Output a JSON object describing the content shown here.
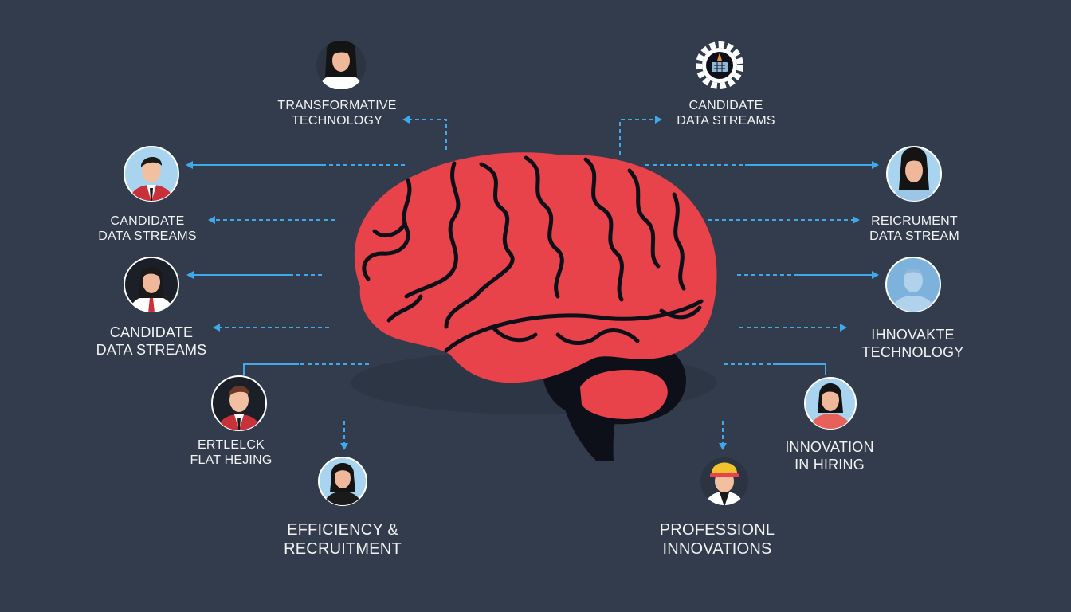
{
  "colors": {
    "background": "#323c4c",
    "brain": "#e8424b",
    "brain_lines": "#0d1018",
    "arrow": "#3fa9ec",
    "text": "#f2f2f2"
  },
  "labels": {
    "top_left": [
      "TRANSFORMATIVE",
      "TECHNOLOGY"
    ],
    "top_right": [
      "CANDIDATE",
      "DATA STREAMS"
    ],
    "left_1": [
      "CANDIDATE",
      "DATA STREAMS"
    ],
    "left_2": [
      "CANDIDATE",
      "DATA STREAMS"
    ],
    "left_3": [
      "ERTLELCK",
      "FLAT HEJING"
    ],
    "bottom_left": [
      "EFFICIENCY &",
      "RECRUITMENT"
    ],
    "right_1": [
      "REICRUMENT",
      "DATA STREAM"
    ],
    "right_2": [
      "IHNOVAKTE",
      "TECHNOLOGY"
    ],
    "right_3": [
      "INNOVATION",
      "IN HIRING"
    ],
    "bottom_right": [
      "PROFESSIONL",
      "INNOVATIONS"
    ]
  },
  "avatars": [
    {
      "name": "woman-black-hair-avatar",
      "skin": "#f0b89a",
      "hair": "#141414",
      "shirt": "#ffffff",
      "bg": "#2c3442"
    },
    {
      "name": "gear-computer-icon"
    },
    {
      "name": "man-red-suit-avatar",
      "skin": "#f2c0a0",
      "hair": "#1a1a1a",
      "shirt": "#c8303a",
      "bg": "#a9d4f0"
    },
    {
      "name": "woman-blue-shirt-avatar",
      "skin": "#f0b89a",
      "hair": "#141414",
      "shirt": "#9cc6e6",
      "bg": "#a9d4f0"
    },
    {
      "name": "woman-red-tie-avatar",
      "skin": "#f0b89a",
      "hair": "#1a1a1a",
      "shirt": "#ffffff",
      "bg": "#1a1f28"
    },
    {
      "name": "faceless-blue-avatar",
      "skin": "#b0d2ea",
      "hair": "#8fb8d8",
      "shirt": "#b0d2ea",
      "bg": "#7db2dc"
    },
    {
      "name": "man-brown-hair-avatar",
      "skin": "#f2c0a0",
      "hair": "#6b3a26",
      "shirt": "#c8303a",
      "bg": "#1a1f28"
    },
    {
      "name": "woman-red-shirt-avatar",
      "skin": "#f0b89a",
      "hair": "#141414",
      "shirt": "#e8605a",
      "bg": "#a9d4f0"
    },
    {
      "name": "woman-black-shirt-avatar",
      "skin": "#f0b89a",
      "hair": "#141414",
      "shirt": "#1a1a1a",
      "bg": "#a9d4f0"
    },
    {
      "name": "worker-hardhat-avatar",
      "skin": "#f2c0a0",
      "hair": "#f2c22e",
      "shirt": "#ffffff",
      "bg": "#2c3442"
    }
  ]
}
